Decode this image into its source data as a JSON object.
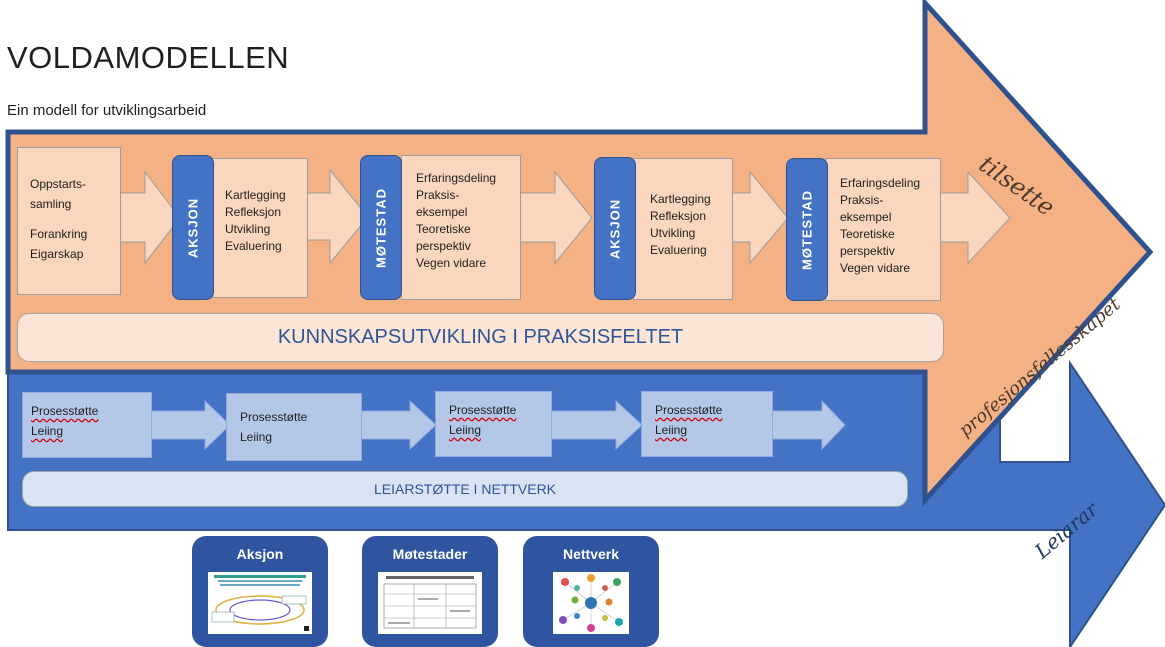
{
  "title": "VOLDAMODELLEN",
  "subtitle": "Ein modell for utviklingsarbeid",
  "orange_row": {
    "start_box": {
      "lines": [
        "Oppstarts-",
        "samling",
        "Forankring",
        "Eigarskap"
      ]
    },
    "aksjon_label": "AKSJON",
    "motestad_label": "MØTESTAD",
    "aksjon_content": [
      "Kartlegging",
      "Refleksjon",
      "Utvikling",
      "Evaluering"
    ],
    "motestad_content": [
      "Erfaringsdeling",
      "Praksis-",
      "eksempel",
      "Teoretiske",
      "perspektiv",
      "Vegen vidare"
    ]
  },
  "orange_band": "KUNNSKAPSUTVIKLING I PRAKSISFELTET",
  "blue_row": {
    "process_lines": [
      "Prosesstøtte",
      "Leiing"
    ]
  },
  "blue_band": "LEIARSTØTTE I NETTVERK",
  "handwritten": {
    "tilsette": "tilsette",
    "profesjonsfellesskapet": "profesjonsfellesskapet",
    "leiarar": "Leiarar"
  },
  "cards": [
    {
      "label": "Aksjon"
    },
    {
      "label": "Møtestader"
    },
    {
      "label": "Nettverk"
    }
  ],
  "colors": {
    "orange_arrow": "#f4b183",
    "blue_arrow": "#4472c4",
    "box_peach": "#f9d6bd",
    "blue_tab": "#4472c4",
    "process_box": "#b4c7e7",
    "card": "#2f55a0"
  }
}
